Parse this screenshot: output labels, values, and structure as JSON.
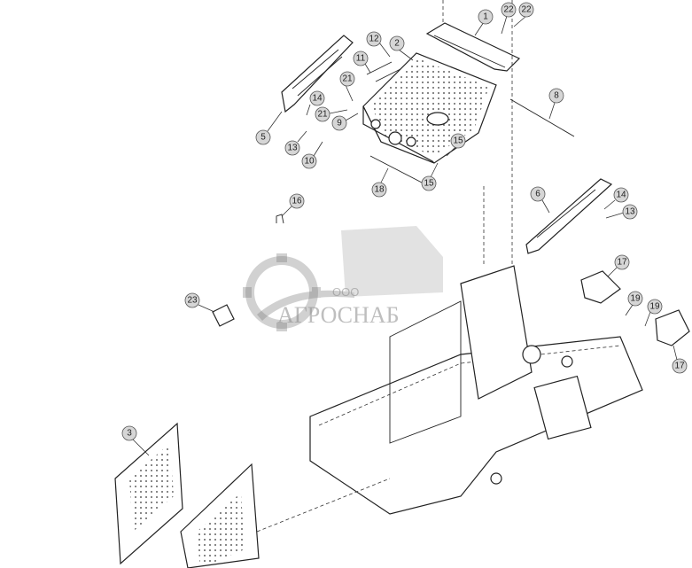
{
  "watermark": {
    "company_prefix": "ООО",
    "company_name": "АГРОСНАБ"
  },
  "callouts": [
    {
      "label": "1"
    },
    {
      "label": "22"
    },
    {
      "label": "22"
    },
    {
      "label": "12"
    },
    {
      "label": "2"
    },
    {
      "label": "11"
    },
    {
      "label": "21"
    },
    {
      "label": "14"
    },
    {
      "label": "21"
    },
    {
      "label": "9"
    },
    {
      "label": "5"
    },
    {
      "label": "13"
    },
    {
      "label": "10"
    },
    {
      "label": "8"
    },
    {
      "label": "15"
    },
    {
      "label": "18"
    },
    {
      "label": "15"
    },
    {
      "label": "16"
    },
    {
      "label": "6"
    },
    {
      "label": "14"
    },
    {
      "label": "13"
    },
    {
      "label": "17"
    },
    {
      "label": "23"
    },
    {
      "label": "19"
    },
    {
      "label": "19"
    },
    {
      "label": "17"
    },
    {
      "label": "3"
    }
  ]
}
